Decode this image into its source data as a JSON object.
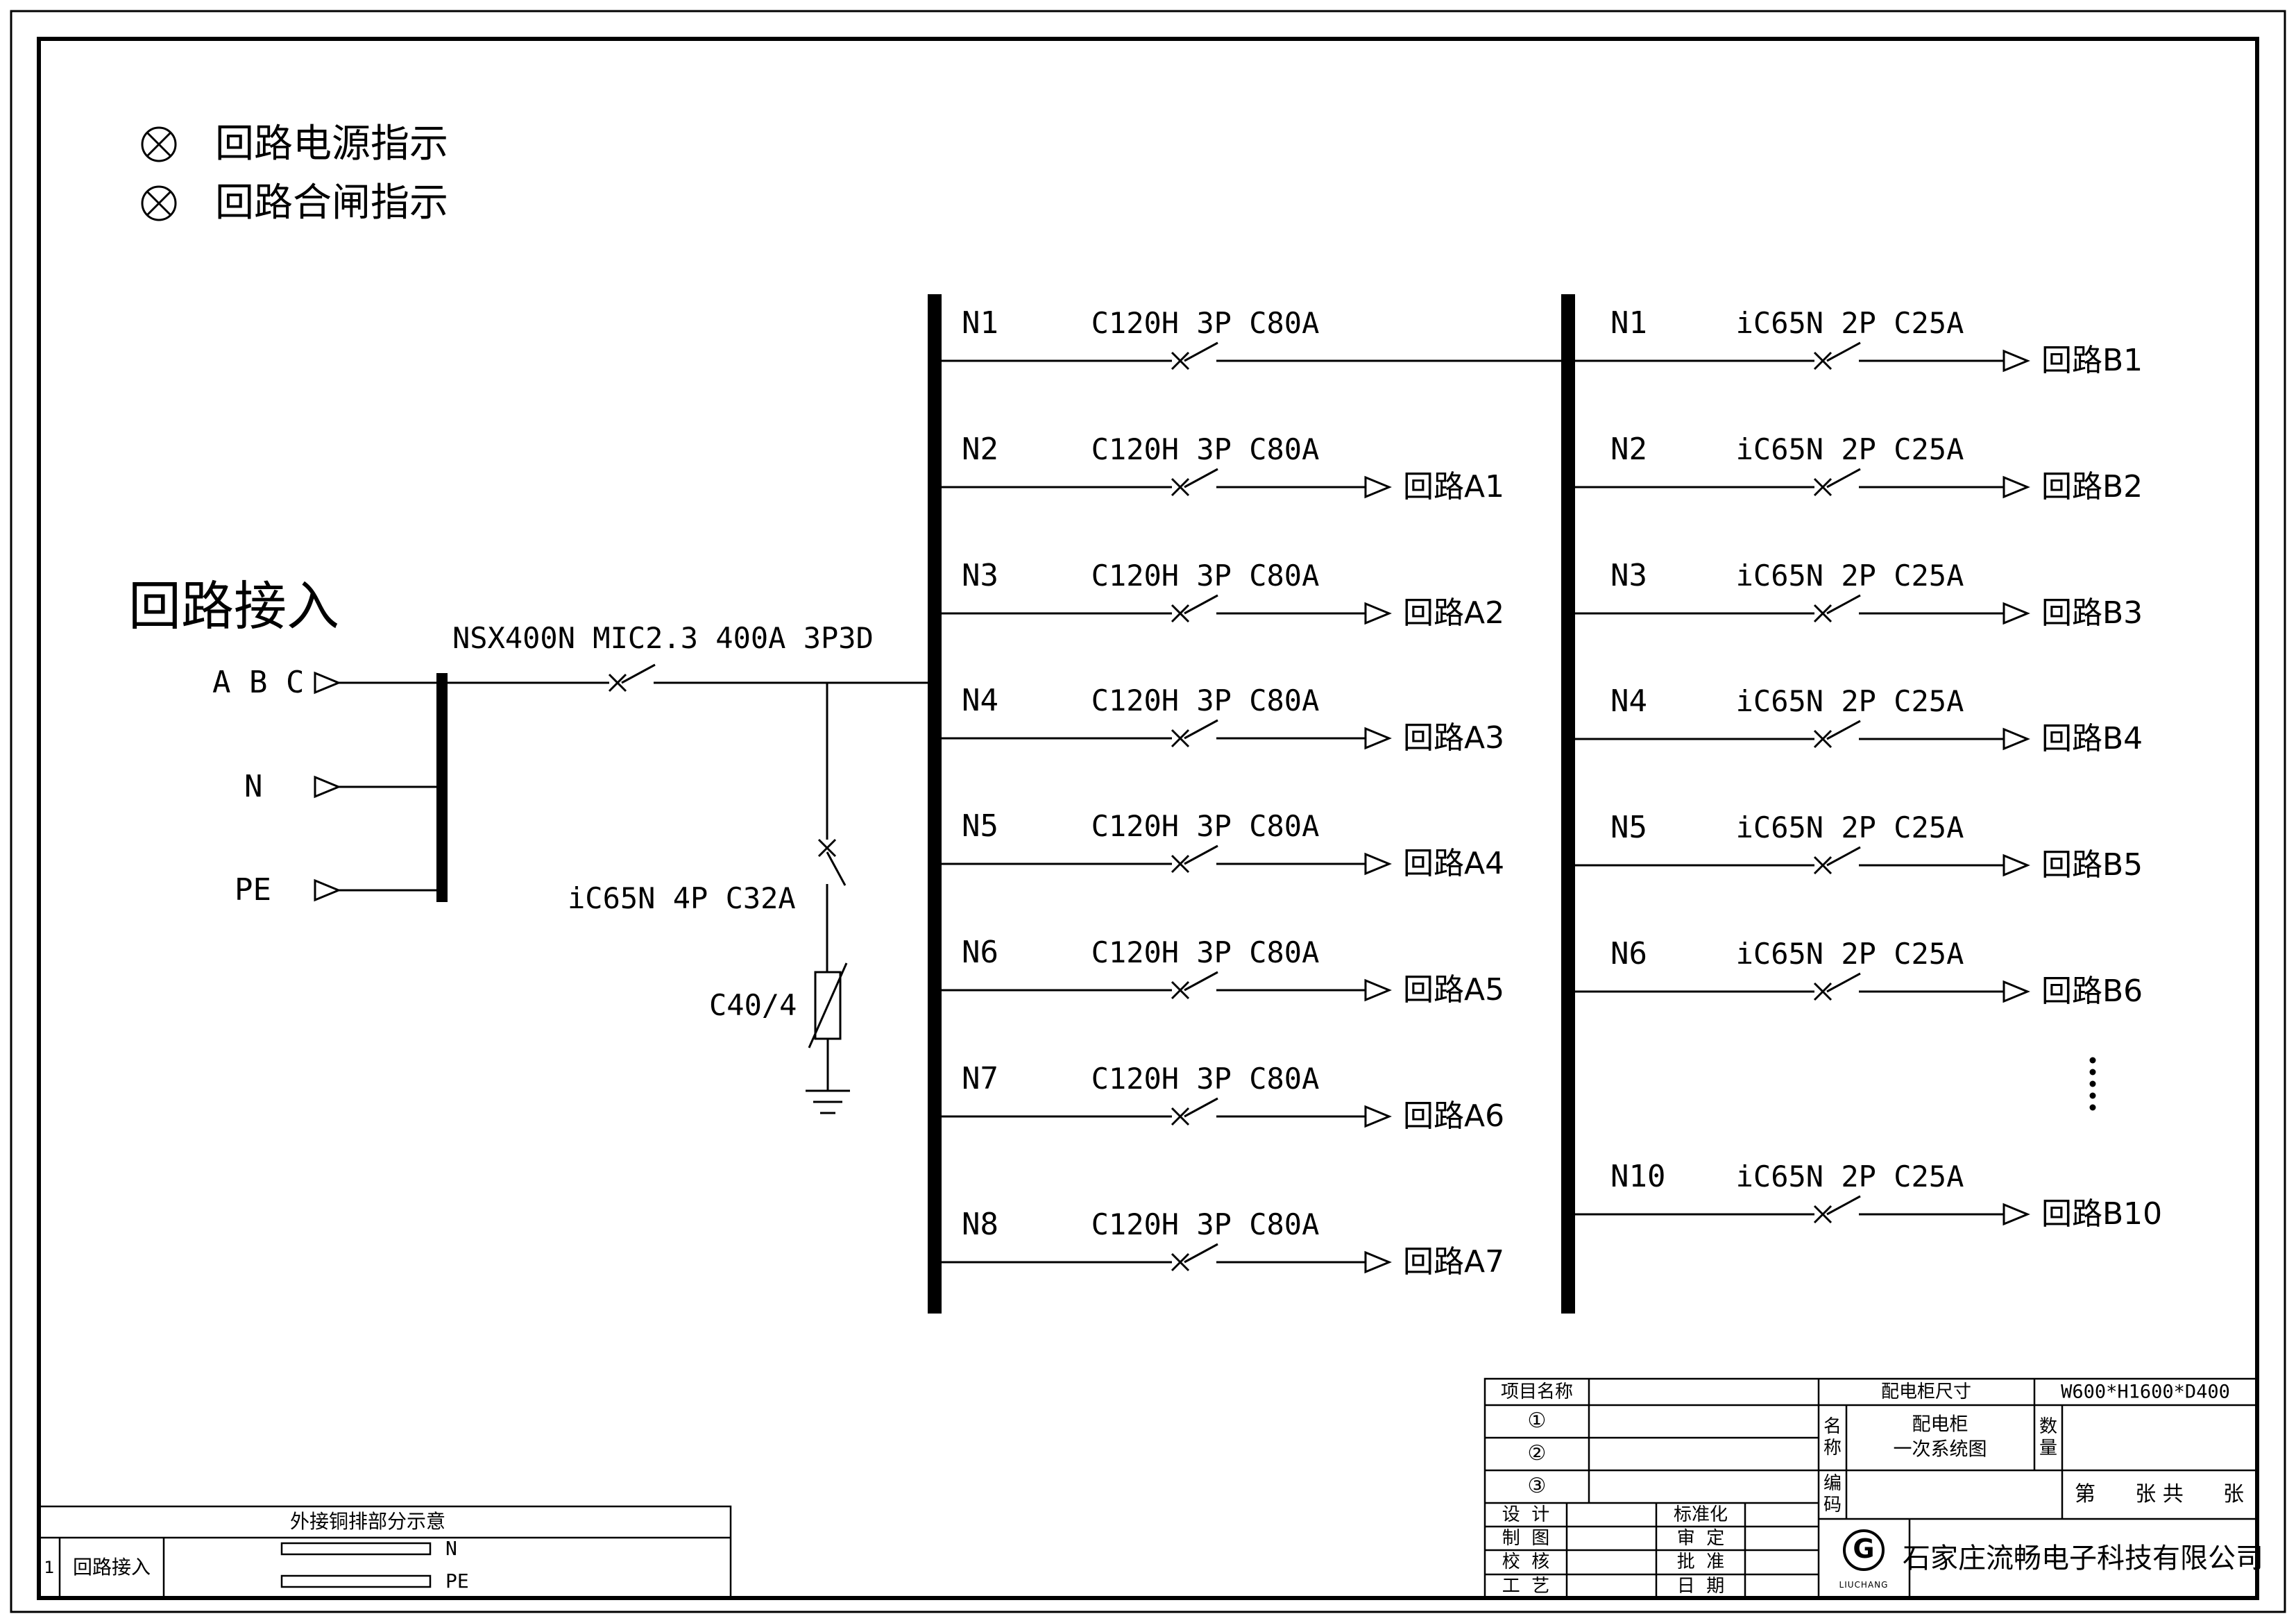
{
  "page": {
    "legend": [
      {
        "label": "回路电源指示"
      },
      {
        "label": "回路合闸指示"
      }
    ],
    "incoming": {
      "title": "回路接入",
      "main_breaker": "NSX400N MIC2.3 400A 3P3D",
      "input_abc": "A B C",
      "input_n": "N",
      "input_pe": "PE",
      "spd_breaker": "iC65N 4P C32A",
      "spd": "C40/4"
    },
    "panel_a": {
      "rows": [
        {
          "n": "N1",
          "breaker": "C120H 3P C80A",
          "out": ""
        },
        {
          "n": "N2",
          "breaker": "C120H 3P C80A",
          "out": "回路A1"
        },
        {
          "n": "N3",
          "breaker": "C120H 3P C80A",
          "out": "回路A2"
        },
        {
          "n": "N4",
          "breaker": "C120H 3P C80A",
          "out": "回路A3"
        },
        {
          "n": "N5",
          "breaker": "C120H 3P C80A",
          "out": "回路A4"
        },
        {
          "n": "N6",
          "breaker": "C120H 3P C80A",
          "out": "回路A5"
        },
        {
          "n": "N7",
          "breaker": "C120H 3P C80A",
          "out": "回路A6"
        },
        {
          "n": "N8",
          "breaker": "C120H 3P C80A",
          "out": "回路A7"
        }
      ]
    },
    "panel_b": {
      "rows": [
        {
          "n": "N1",
          "breaker": "iC65N 2P C25A",
          "out": "回路B1"
        },
        {
          "n": "N2",
          "breaker": "iC65N 2P C25A",
          "out": "回路B2"
        },
        {
          "n": "N3",
          "breaker": "iC65N 2P C25A",
          "out": "回路B3"
        },
        {
          "n": "N4",
          "breaker": "iC65N 2P C25A",
          "out": "回路B4"
        },
        {
          "n": "N5",
          "breaker": "iC65N 2P C25A",
          "out": "回路B5"
        },
        {
          "n": "N6",
          "breaker": "iC65N 2P C25A",
          "out": "回路B6"
        },
        {
          "n": "N10",
          "breaker": "iC65N 2P C25A",
          "out": "回路B10"
        }
      ]
    },
    "title_block": {
      "project_label": "项目名称",
      "item1": "①",
      "item2": "②",
      "item3": "③",
      "design": "设  计",
      "draft": "制  图",
      "check": "校  核",
      "craft": "工  艺",
      "standard": "标准化",
      "review": "审  定",
      "approve": "批  准",
      "date": "日  期",
      "size_label": "配电柜尺寸",
      "size_value": "W600*H1600*D400",
      "name_label": "名称",
      "name_line1": "配电柜",
      "name_line2": "一次系统图",
      "qty_label": "数量",
      "code_label": "编码",
      "sheet": "第      张 共      张",
      "logo_letter": "G",
      "logo_name": "LIUCHANG",
      "company": "石家庄流畅电子科技有限公司"
    },
    "copper_table": {
      "title": "外接铜排部分示意",
      "row_no": "1",
      "row_label": "回路接入",
      "bar1": "N",
      "bar2": "PE"
    }
  }
}
